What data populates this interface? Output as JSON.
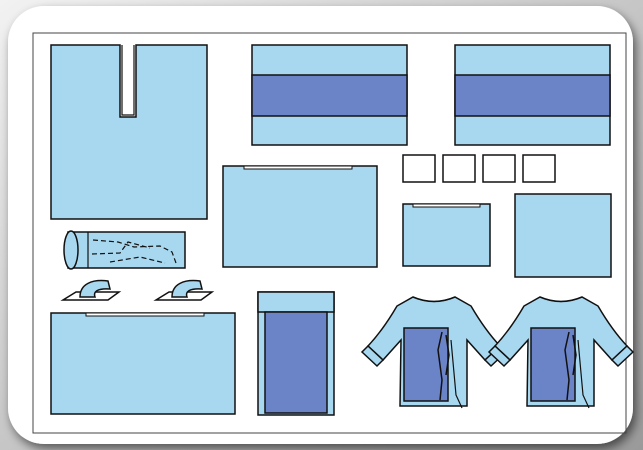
{
  "kit": {
    "components": [
      {
        "name": "drape-with-u-split",
        "count": 1
      },
      {
        "name": "drape-with-stripe",
        "count": 2
      },
      {
        "name": "small-square-label",
        "count": 4
      },
      {
        "name": "drape-with-adhesive",
        "count": 3
      },
      {
        "name": "plain-drape",
        "count": 1
      },
      {
        "name": "stockinette",
        "count": 1
      },
      {
        "name": "tape-strip",
        "count": 2
      },
      {
        "name": "tall-drape-with-panel",
        "count": 1
      },
      {
        "name": "surgical-gown",
        "count": 2
      }
    ]
  },
  "colors": {
    "drape_light": "#a8d8f0",
    "drape_dark": "#6b84c8",
    "outline": "#111111",
    "frame_fill": "#ffffff",
    "frame_shadow": "#bdbdbd",
    "background": "#e6e6e6"
  }
}
